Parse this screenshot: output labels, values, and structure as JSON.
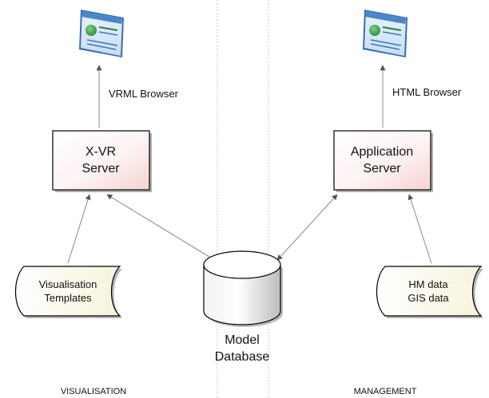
{
  "browsers": {
    "vrml_label": "VRML Browser",
    "html_label": "HTML Browser",
    "icon": "browser-window-icon"
  },
  "servers": {
    "xvr": {
      "line1": "X-VR",
      "line2": "Server"
    },
    "app": {
      "line1": "Application",
      "line2": "Server"
    }
  },
  "sources": {
    "templates": {
      "line1": "Visualisation",
      "line2": "Templates"
    },
    "data": {
      "line1": "HM data",
      "line2": "GIS data"
    }
  },
  "database": {
    "line1": "Model",
    "line2": "Database",
    "icon": "database-cylinder-icon"
  },
  "sections": {
    "left": "VISUALISATION",
    "right": "MANAGEMENT"
  },
  "colors": {
    "box_gradient_end": "#f6d2d2",
    "browser_frame": "#3a6fb0",
    "browser_titlebar": "#4a86c8",
    "globe": "#2f8a3a",
    "connector": "#888888"
  }
}
